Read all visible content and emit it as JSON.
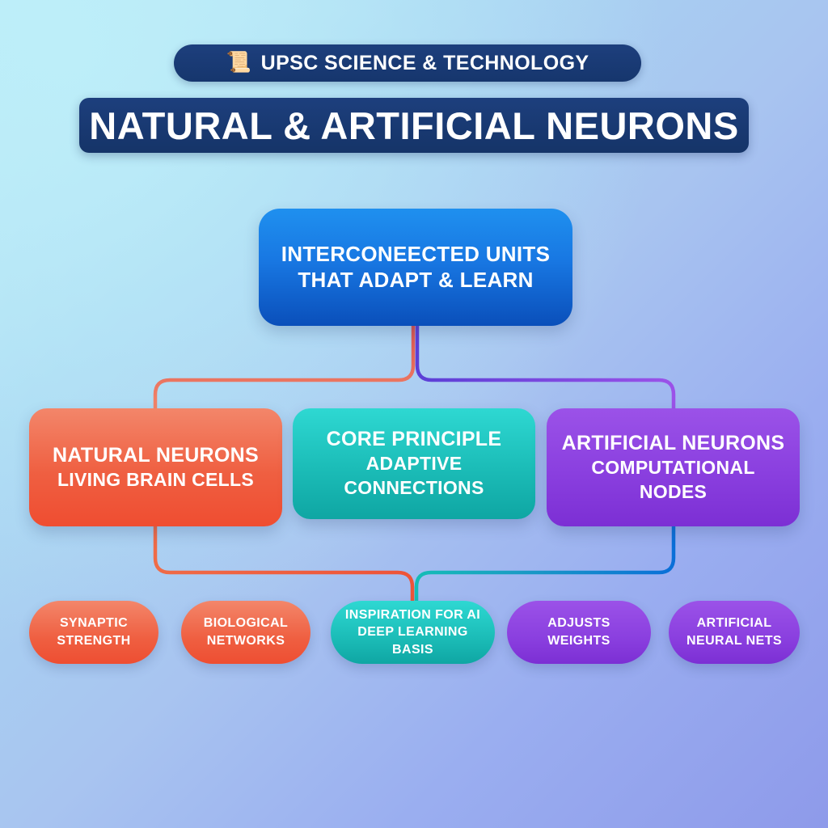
{
  "header": {
    "badge_icon": "scroll-emoji",
    "badge_glyph": "📜",
    "badge_label": "UPSC SCIENCE & TECHNOLOGY",
    "title": "NATURAL & ARTIFICIAL NEURONS"
  },
  "colors": {
    "navy": "#1d3f7d",
    "blue": "#1877e2",
    "orange": "#ef5f41",
    "teal": "#1bbcb7",
    "purple": "#8a3fdf",
    "bg_start": "#bdecf7",
    "bg_end": "#8e9aea"
  },
  "root_node": {
    "line1": "INTERCONEECTED UNITS",
    "line2": "THAT ADAPT & LEARN"
  },
  "branches": [
    {
      "id": "natural",
      "title": "NATURAL NEURONS",
      "subtitle": "LIVING BRAIN CELLS",
      "color": "#ef5f41"
    },
    {
      "id": "core",
      "title": "CORE PRINCIPLE",
      "subtitle": "ADAPTIVE\nCONNECTIONS",
      "subtitle_line1": "ADAPTIVE",
      "subtitle_line2": "CONNECTIONS",
      "color": "#1bbcb7"
    },
    {
      "id": "artificial",
      "title": "ARTIFICIAL NEURONS",
      "subtitle_line1": "COMPUTATIONAL",
      "subtitle_line2": "NODES",
      "color": "#8a3fdf"
    }
  ],
  "leaves": [
    {
      "line1": "SYNAPTIC",
      "line2": "STRENGTH",
      "color": "#ef5f41"
    },
    {
      "line1": "BIOLOGICAL",
      "line2": "NETWORKS",
      "color": "#ef5f41"
    },
    {
      "line1": "INSPIRATION FOR AI",
      "line2": "DEEP LEARNING BASIS",
      "color": "#1bbcb7"
    },
    {
      "line1": "ADJUSTS WEIGHTS",
      "line2": "",
      "color": "#8a3fdf"
    },
    {
      "line1": "ARTIFICIAL",
      "line2": "NEURAL NETS",
      "color": "#8a3fdf"
    }
  ]
}
